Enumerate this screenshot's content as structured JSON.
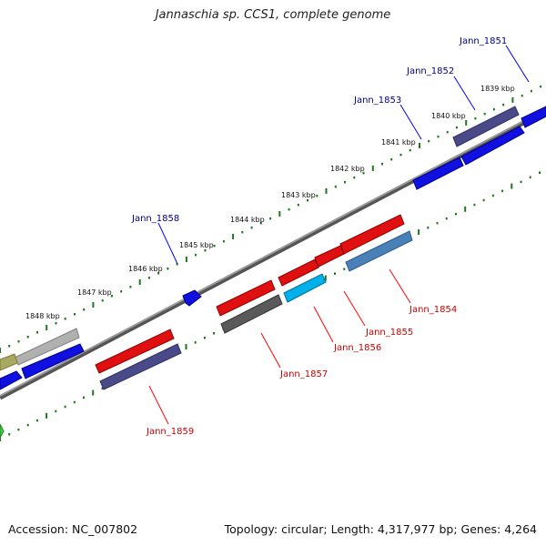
{
  "title": "Jannaschia sp. CCS1, complete genome",
  "footer": {
    "accession_label": "Accession: NC_007802",
    "summary": "Topology: circular; Length: 4,317,977 bp; Genes: 4,264"
  },
  "colors": {
    "backbone": "#808080",
    "tick_dots": "#1a7a1a",
    "forward_label": "#00008b",
    "reverse_label": "#cc0000",
    "label_line_forward": "#0000ff",
    "label_line_reverse": "#ff0000"
  },
  "map": {
    "kbp_ticks": [
      "1839 kbp",
      "1840 kbp",
      "1841 kbp",
      "1842 kbp",
      "1843 kbp",
      "1844 kbp",
      "1845 kbp",
      "1846 kbp",
      "1847 kbp",
      "1848 kbp"
    ],
    "gene_labels_forward": [
      "Jann_1851",
      "Jann_1852",
      "Jann_1853",
      "Jann_1858"
    ],
    "gene_labels_reverse": [
      "Jann_1854",
      "Jann_1855",
      "Jann_1856",
      "Jann_1857",
      "Jann_1859"
    ]
  }
}
